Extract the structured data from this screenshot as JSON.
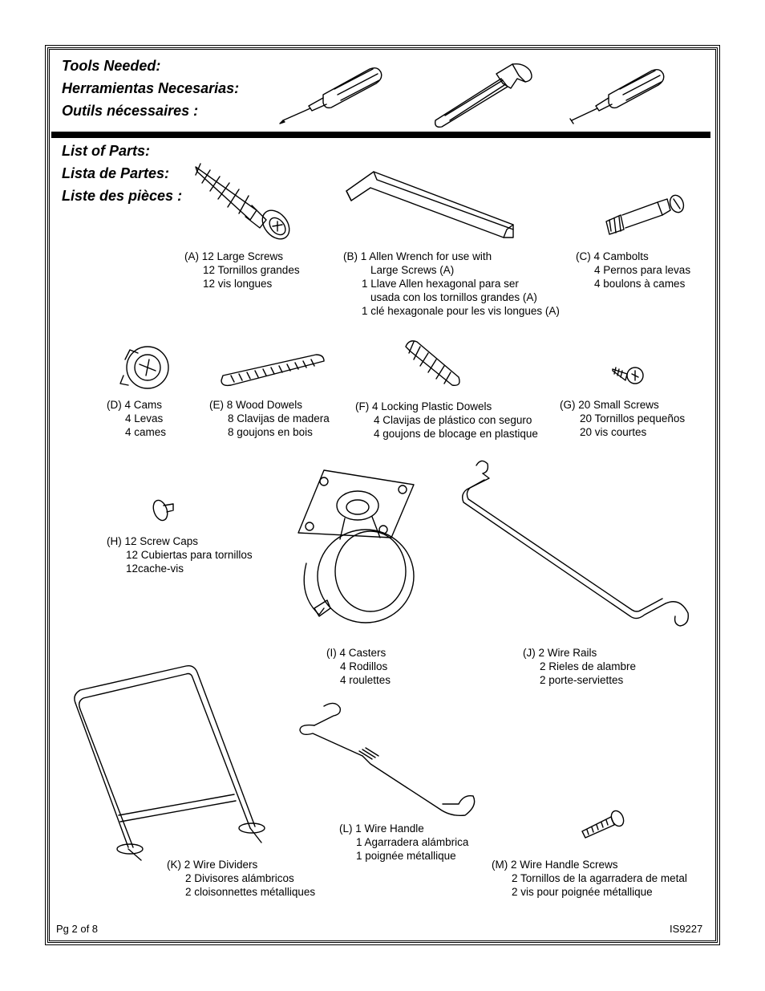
{
  "tools": {
    "en": "Tools Needed:",
    "es": "Herramientas Necesarias:",
    "fr": "Outils nécessaires :"
  },
  "parts_heading": {
    "en": "List of Parts:",
    "es": "Lista de Partes:",
    "fr": "Liste des pièces :"
  },
  "parts": {
    "A": [
      "(A) 12 Large Screws",
      "12 Tornillos grandes",
      "12  vis longues"
    ],
    "B": [
      "(B) 1 Allen Wrench for use with",
      "Large Screws (A)",
      "1 Llave Allen hexagonal para ser",
      "usada con los tornillos grandes (A)",
      "1 clé hexagonale pour les vis longues (A)"
    ],
    "C": [
      "(C) 4 Cambolts",
      "4 Pernos para levas",
      "4 boulons à cames"
    ],
    "D": [
      "(D) 4 Cams",
      "4 Levas",
      "4 cames"
    ],
    "E": [
      "(E) 8 Wood Dowels",
      "8 Clavijas de madera",
      "8 goujons en bois"
    ],
    "F": [
      "(F) 4 Locking Plastic Dowels",
      "4 Clavijas de plástico con seguro",
      "4 goujons de blocage en plastique"
    ],
    "G": [
      "(G) 20 Small Screws",
      "20 Tornillos pequeños",
      "20 vis courtes"
    ],
    "H": [
      "(H) 12 Screw Caps",
      "12 Cubiertas para tornillos",
      "12cache-vis"
    ],
    "I": [
      "(I) 4 Casters",
      "4 Rodillos",
      "4 roulettes"
    ],
    "J": [
      "(J) 2 Wire Rails",
      "2 Rieles de alambre",
      "2 porte-serviettes"
    ],
    "K": [
      "(K) 2 Wire Dividers",
      "2 Divisores alámbricos",
      "2 cloisonnettes métalliques"
    ],
    "L": [
      "(L) 1 Wire Handle",
      "1 Agarradera alámbrica",
      "1 poignée métallique"
    ],
    "M": [
      "(M) 2 Wire Handle Screws",
      "2 Tornillos de la agarradera de metal",
      "2 vis pour poignée métallique"
    ]
  },
  "footer": {
    "page": "Pg 2 of 8",
    "code": "IS9227"
  }
}
